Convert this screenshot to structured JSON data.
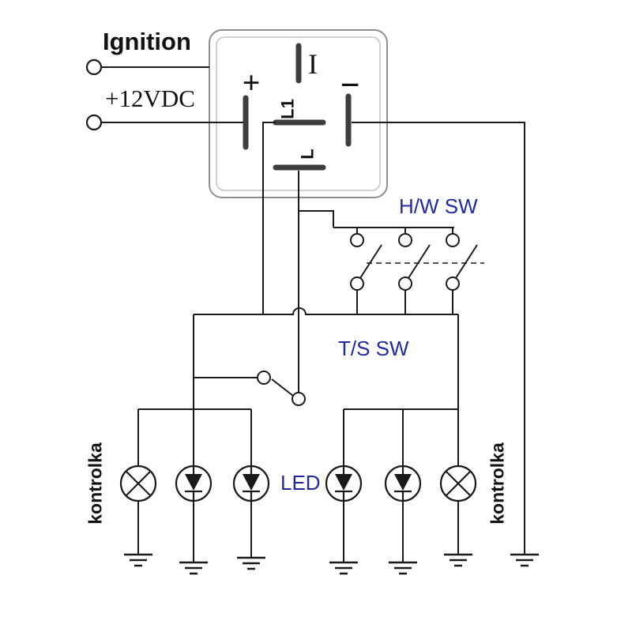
{
  "colors": {
    "wire": "#1a1a1a",
    "pin": "#3d3d3d",
    "relay_border": "#8f8f8f",
    "relay_inner": "#c2c2c2",
    "blue": "#1f2aa0",
    "text": "#111111"
  },
  "labels": {
    "ignition": "Ignition",
    "supply": "+12VDC",
    "hazard_switch": "H/W SW",
    "turn_signal_switch": "T/S SW",
    "led": "LED",
    "indicator_left": "kontrolka",
    "indicator_right": "kontrolka"
  },
  "relay": {
    "pins": {
      "ignition": "I",
      "plus": "+",
      "minus": "−",
      "l1": "L1",
      "l": "L"
    }
  }
}
